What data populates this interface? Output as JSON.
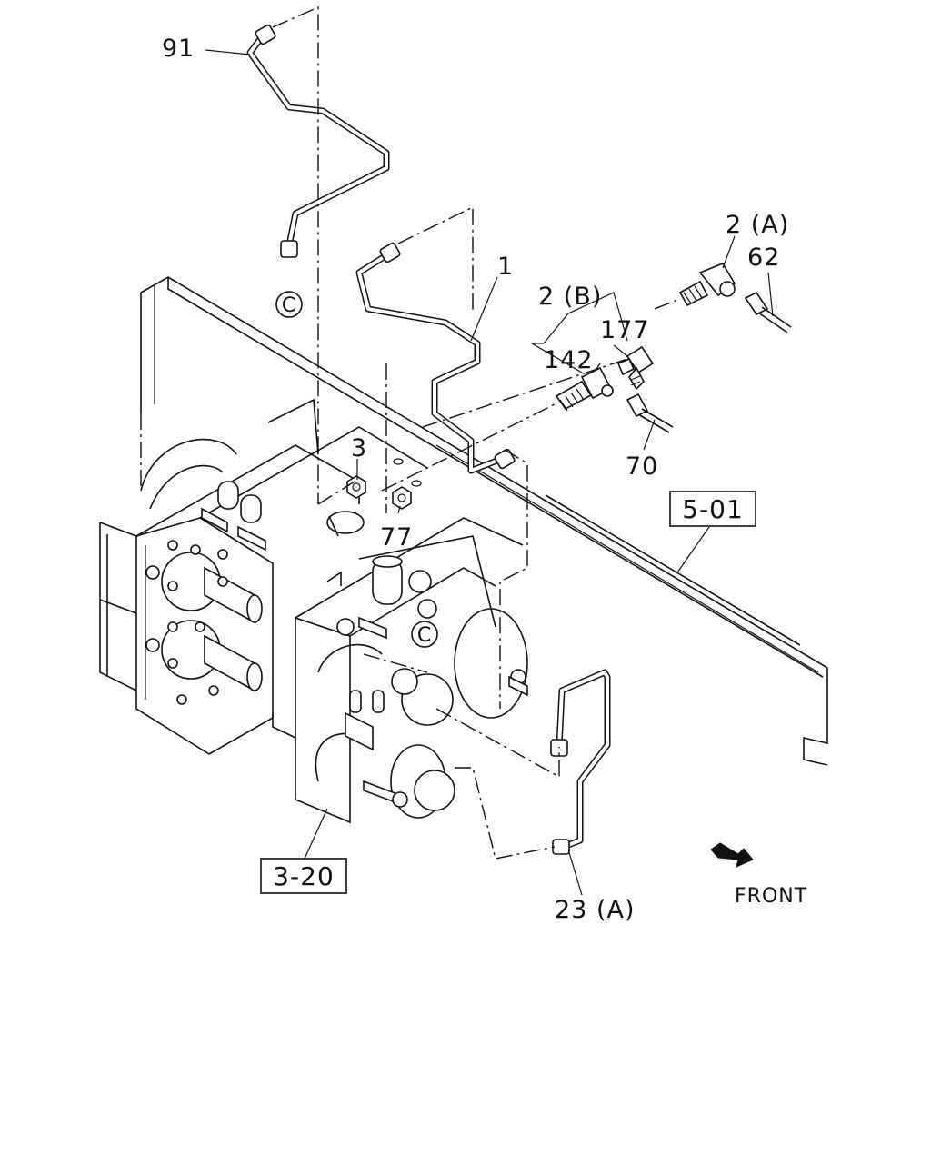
{
  "diagram": {
    "callouts": [
      {
        "id": "91",
        "label": "91"
      },
      {
        "id": "1",
        "label": "1"
      },
      {
        "id": "2a",
        "label": "2 (A)"
      },
      {
        "id": "62",
        "label": "62"
      },
      {
        "id": "2b",
        "label": "2 (B)"
      },
      {
        "id": "177",
        "label": "177"
      },
      {
        "id": "142",
        "label": "142"
      },
      {
        "id": "70",
        "label": "70"
      },
      {
        "id": "3",
        "label": "3"
      },
      {
        "id": "77",
        "label": "77"
      },
      {
        "id": "23a",
        "label": "23 (A)"
      }
    ],
    "ref_boxes": [
      {
        "id": "ref-5-01",
        "label": "5-01"
      },
      {
        "id": "ref-3-20",
        "label": "3-20"
      }
    ],
    "circle_markers": [
      {
        "id": "c-top",
        "label": "C"
      },
      {
        "id": "c-mid",
        "label": "C"
      }
    ],
    "front_label": "FRONT",
    "front_icon": "arrow-icon"
  }
}
